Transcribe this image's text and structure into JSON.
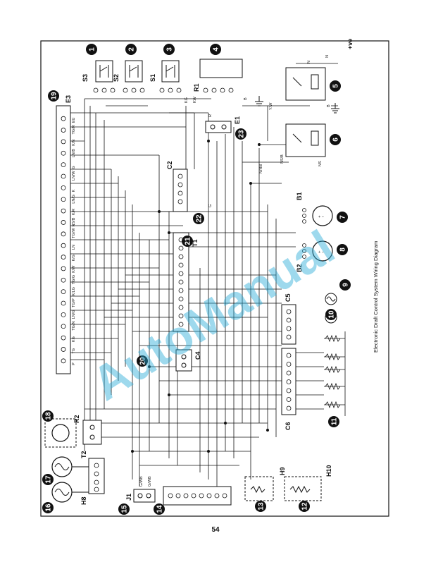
{
  "diagram": {
    "caption": "Electronic Draft Control System Wiring Diagram",
    "supply": "+ve",
    "supply_neg": "N",
    "ground_tag": "B",
    "watermark": "AutoManual",
    "callouts": [
      "1",
      "2",
      "3",
      "4",
      "5",
      "6",
      "7",
      "8",
      "9",
      "10",
      "11",
      "12",
      "13",
      "14",
      "15",
      "16",
      "17",
      "18",
      "19",
      "20",
      "21",
      "22",
      "23"
    ],
    "components": {
      "s3": "S3",
      "s2": "S2",
      "s1": "S1",
      "r1": "R1",
      "e1": "E1",
      "e3": "E3",
      "c2": "C2",
      "t1": "T1",
      "b1": "B1",
      "b2": "B2",
      "c5": "C5",
      "c4": "C4",
      "c6": "C6",
      "r2": "R2",
      "t2": "T2",
      "h8": "H8",
      "j1": "J1",
      "h9": "H9",
      "h10": "H10"
    },
    "wire_labels": {
      "kg": "KG",
      "kw": "KW",
      "yw": "Y/W",
      "nrb": "N/RB",
      "ns": "NS",
      "nsb": "NS/B",
      "g": "G",
      "r": "R",
      "n": "N",
      "b": "B",
      "gwb": "G/WB",
      "g2": "G/WB"
    },
    "e3_codes": [
      "EU",
      "TG/R",
      "K/N",
      "LN/B",
      "G",
      "LN/W",
      "K",
      "LN/G",
      "K/R",
      "NS/B",
      "TG/W",
      "LN",
      "K/G",
      "K/W",
      "TG/G",
      "K/LG",
      "TG/P",
      "LN/G",
      "TG/N",
      "KG",
      "TG",
      "P"
    ]
  },
  "page": {
    "number": "54"
  }
}
